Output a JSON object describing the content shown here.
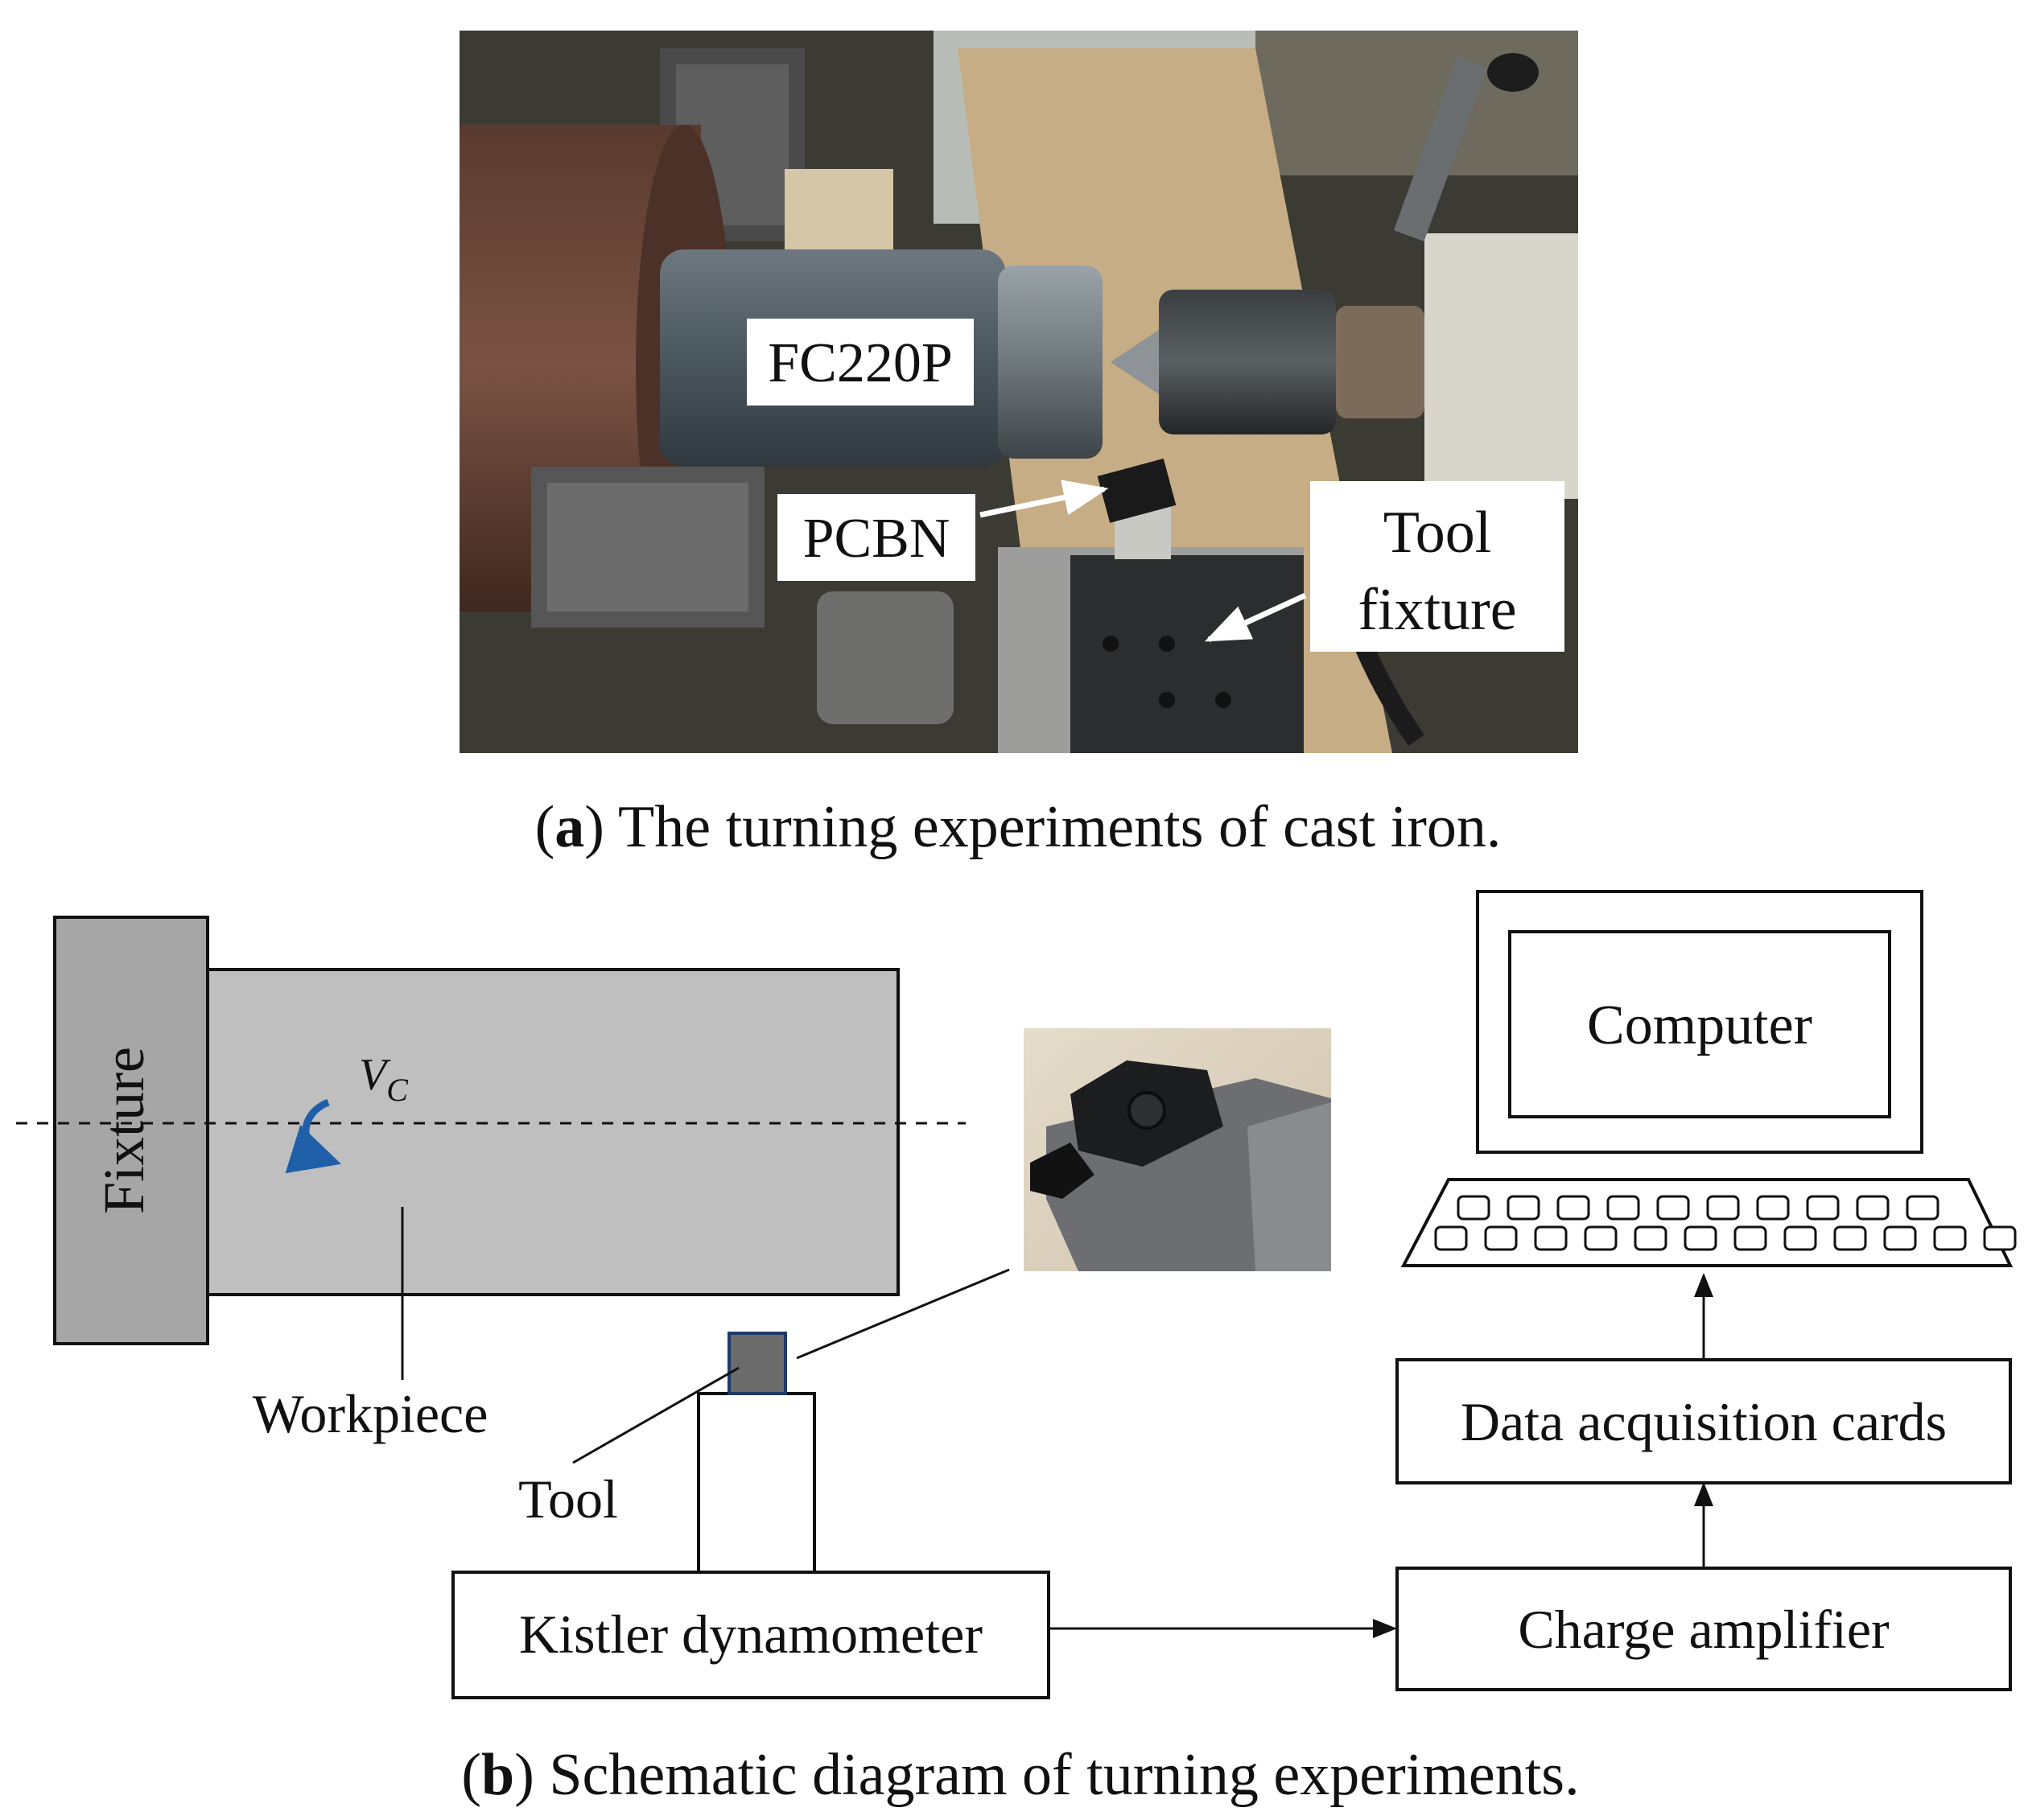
{
  "panel_a": {
    "labels": {
      "workpiece": "FC220P",
      "tool": "PCBN",
      "fixture_line1": "Tool",
      "fixture_line2": "fixture"
    },
    "caption": {
      "letter": "a",
      "text": "The turning experiments of cast iron."
    }
  },
  "panel_b": {
    "fixture": "Fixture",
    "velocity_symbol": "V",
    "velocity_subscript": "C",
    "workpiece": "Workpiece",
    "tool": "Tool",
    "dynamometer": "Kistler dynamometer",
    "amplifier": "Charge amplifier",
    "daq": "Data acquisition cards",
    "computer": "Computer",
    "caption": {
      "letter": "b",
      "text": "Schematic diagram of turning experiments."
    }
  },
  "colors": {
    "fixture_fill": "#a6a6a6",
    "workpiece_fill": "#bfbfbf",
    "tool_fill": "#6b6b6b",
    "rotation_arrow": "#1f5fa8"
  }
}
